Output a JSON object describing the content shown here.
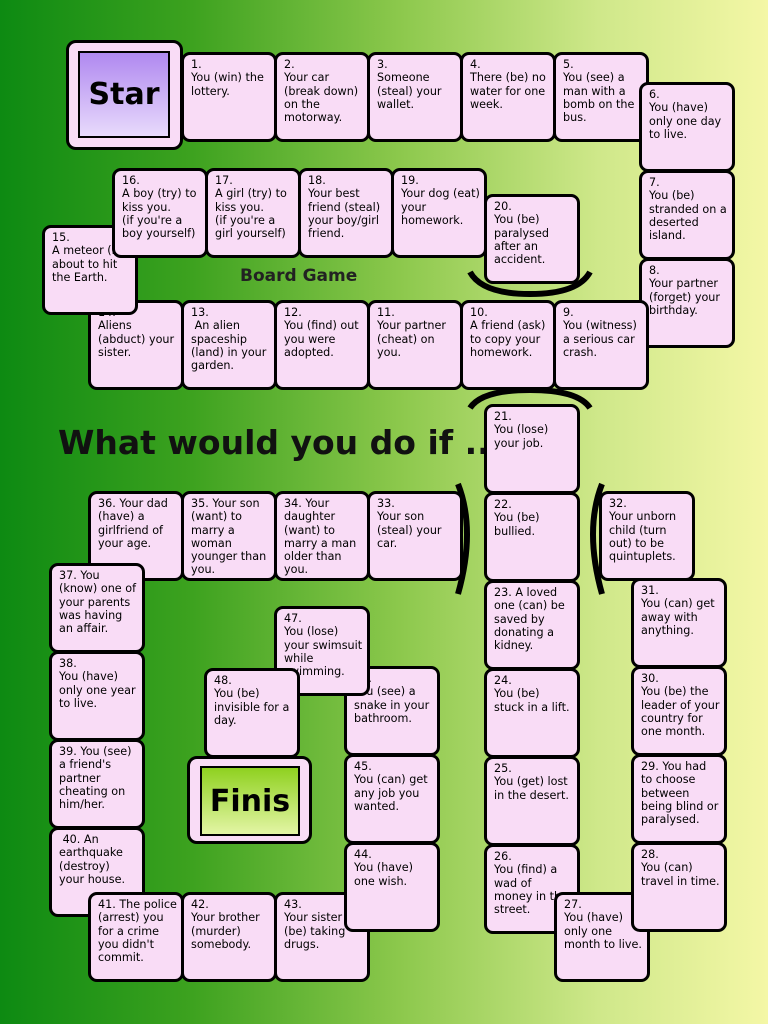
{
  "start_label": "Star",
  "finish_label": "Finis",
  "subtitle": "Board Game",
  "title": "What would you do if ...?",
  "squares": [
    {
      "n": 1,
      "text": "1.\nYou (win) the lottery."
    },
    {
      "n": 2,
      "text": "2.\nYour car (break down) on the motorway."
    },
    {
      "n": 3,
      "text": "3.\nSomeone (steal) your wallet."
    },
    {
      "n": 4,
      "text": "4.\nThere (be) no water for one week."
    },
    {
      "n": 5,
      "text": "5.\nYou (see) a man with a bomb on the bus."
    },
    {
      "n": 6,
      "text": "6.\nYou (have) only one day to live."
    },
    {
      "n": 7,
      "text": "7.\nYou (be) stranded on a deserted island."
    },
    {
      "n": 8,
      "text": "8.\nYour partner (forget) your birthday."
    },
    {
      "n": 9,
      "text": "9.\nYou (witness) a serious car crash."
    },
    {
      "n": 10,
      "text": "10.\nA friend (ask) to copy your homework."
    },
    {
      "n": 11,
      "text": "11.\nYour partner (cheat) on you."
    },
    {
      "n": 12,
      "text": "12.\nYou (find) out you were adopted."
    },
    {
      "n": 13,
      "text": "13.\n An alien spaceship (land) in your garden."
    },
    {
      "n": 14,
      "text": "14.\nAliens (abduct) your sister."
    },
    {
      "n": 15,
      "text": "15.\nA meteor (be) about to hit the Earth."
    },
    {
      "n": 16,
      "text": "16.\nA boy (try) to kiss you.\n(if you're a boy yourself)"
    },
    {
      "n": 17,
      "text": "17.\nA girl (try) to kiss you.\n(if you're a girl yourself)"
    },
    {
      "n": 18,
      "text": "18.\nYour best friend (steal) your boy/girl friend."
    },
    {
      "n": 19,
      "text": "19.\nYour dog (eat) your homework."
    },
    {
      "n": 20,
      "text": "20.\nYou (be) paralysed after an accident."
    },
    {
      "n": 21,
      "text": "21.\nYou (lose) your job."
    },
    {
      "n": 22,
      "text": "22.\nYou (be) bullied."
    },
    {
      "n": 23,
      "text": "23. A loved one (can) be saved by donating a kidney."
    },
    {
      "n": 24,
      "text": "24.\nYou (be) stuck in a lift."
    },
    {
      "n": 25,
      "text": "25.\nYou (get) lost in the desert."
    },
    {
      "n": 26,
      "text": "26.\nYou (find) a wad of money in the street."
    },
    {
      "n": 27,
      "text": "27.\nYou (have) only one month to live."
    },
    {
      "n": 28,
      "text": "28.\nYou (can) travel in time."
    },
    {
      "n": 29,
      "text": "29. You had to choose between being blind or paralysed."
    },
    {
      "n": 30,
      "text": "30.\nYou (be) the leader of your country for one month."
    },
    {
      "n": 31,
      "text": "31.\nYou (can) get away with anything."
    },
    {
      "n": 32,
      "text": "32.\nYour unborn child (turn out) to be quintuplets."
    },
    {
      "n": 33,
      "text": "33.\nYour son (steal) your car."
    },
    {
      "n": 34,
      "text": "34. Your daughter (want) to marry a man older than you."
    },
    {
      "n": 35,
      "text": "35. Your son (want) to marry a woman younger than you."
    },
    {
      "n": 36,
      "text": "36. Your dad (have) a girlfriend of your age."
    },
    {
      "n": 37,
      "text": "37. You (know) one of your parents was having an affair."
    },
    {
      "n": 38,
      "text": "38.\nYou (have) only one year to live."
    },
    {
      "n": 39,
      "text": "39. You (see) a friend's partner cheating on him/her."
    },
    {
      "n": 40,
      "text": " 40. An earthquake (destroy) your house."
    },
    {
      "n": 41,
      "text": "41. The police (arrest) you for a crime you didn't commit."
    },
    {
      "n": 42,
      "text": "42.\nYour brother (murder) somebody."
    },
    {
      "n": 43,
      "text": "43.\nYour sister (be) taking drugs."
    },
    {
      "n": 44,
      "text": "44.\nYou (have) one wish."
    },
    {
      "n": 45,
      "text": "45.\nYou (can) get any job you wanted."
    },
    {
      "n": 46,
      "text": "46.\nYou (see) a snake in your bathroom."
    },
    {
      "n": 47,
      "text": "47.\nYou (lose) your swimsuit while swimming."
    },
    {
      "n": 48,
      "text": "48.\nYou (be) invisible for a day."
    }
  ]
}
